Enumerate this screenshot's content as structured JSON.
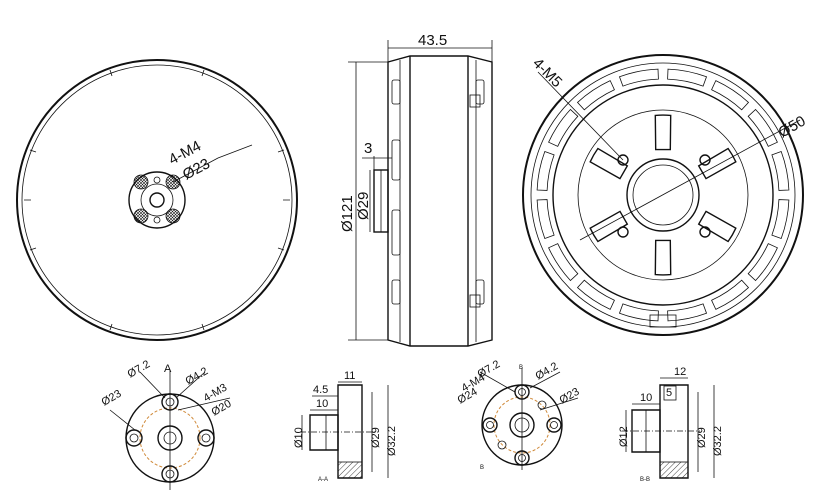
{
  "front_view": {
    "holes_label": "4-M4",
    "bolt_circle_label": "Ø23"
  },
  "side_view": {
    "width_label": "43.5",
    "outer_diameter_label": "Ø121",
    "shaft_diameter_label": "Ø29",
    "shaft_length_label": "3"
  },
  "rear_view": {
    "holes_label": "4-M5",
    "bolt_circle_label": "Ø50"
  },
  "detail_a": {
    "hole1_label": "Ø7.2",
    "hole2_label": "Ø4.2",
    "bolt_circle_label": "Ø23",
    "holes_label": "4-M3",
    "inner_circle_label": "Ø20",
    "axis_marker": "A"
  },
  "section_a": {
    "dim_11": "11",
    "dim_4_5": "4.5",
    "dim_10": "10",
    "shaft_label": "Ø10",
    "dia_29": "Ø29",
    "dia_32_2": "Ø32.2",
    "section_label": "A-A"
  },
  "detail_b": {
    "hole1_label": "Ø7.2",
    "hole2_label": "Ø4.2",
    "holes_label": "4-M4",
    "bolt_circle_label": "Ø24",
    "outer_label": "Ø23",
    "axis_marker_top": "B",
    "axis_marker_bottom": "B"
  },
  "section_b": {
    "dim_12": "12",
    "dim_5": "5",
    "dim_10": "10",
    "shaft_label": "Ø12",
    "dia_29": "Ø29",
    "dia_32_2": "Ø32.2",
    "section_label": "B-B"
  }
}
